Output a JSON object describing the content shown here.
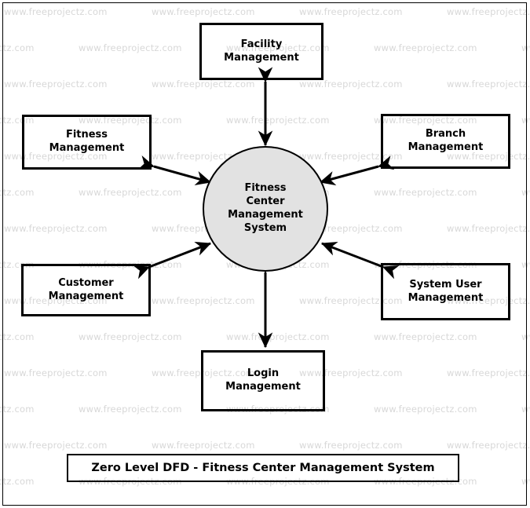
{
  "diagram": {
    "title": "Zero Level DFD - Fitness Center Management System",
    "watermark_text": "www.freeprojectz.com",
    "colors": {
      "process_fill": "#e2e2e2",
      "stroke": "#000000",
      "background": "#ffffff",
      "watermark": "#d8d8d8"
    },
    "process": {
      "name": "Fitness Center Management System",
      "label": "Fitness\nCenter\nManagement\nSystem"
    },
    "entities": [
      {
        "id": "facility-management",
        "label": "Facility\nManagement",
        "name": "Facility Management",
        "position": "top",
        "flow": "bidirectional"
      },
      {
        "id": "fitness-management",
        "label": "Fitness\nManagement",
        "name": "Fitness Management",
        "position": "top-left",
        "flow": "bidirectional"
      },
      {
        "id": "branch-management",
        "label": "Branch\nManagement",
        "name": "Branch Management",
        "position": "top-right",
        "flow": "bidirectional"
      },
      {
        "id": "customer-management",
        "label": "Customer\nManagement",
        "name": "Customer Management",
        "position": "bottom-left",
        "flow": "bidirectional"
      },
      {
        "id": "system-user-management",
        "label": "System User\nManagement",
        "name": "System User Management",
        "position": "bottom-right",
        "flow": "bidirectional"
      },
      {
        "id": "login-management",
        "label": "Login\nManagement",
        "name": "Login Management",
        "position": "bottom",
        "flow": "bidirectional"
      }
    ]
  }
}
